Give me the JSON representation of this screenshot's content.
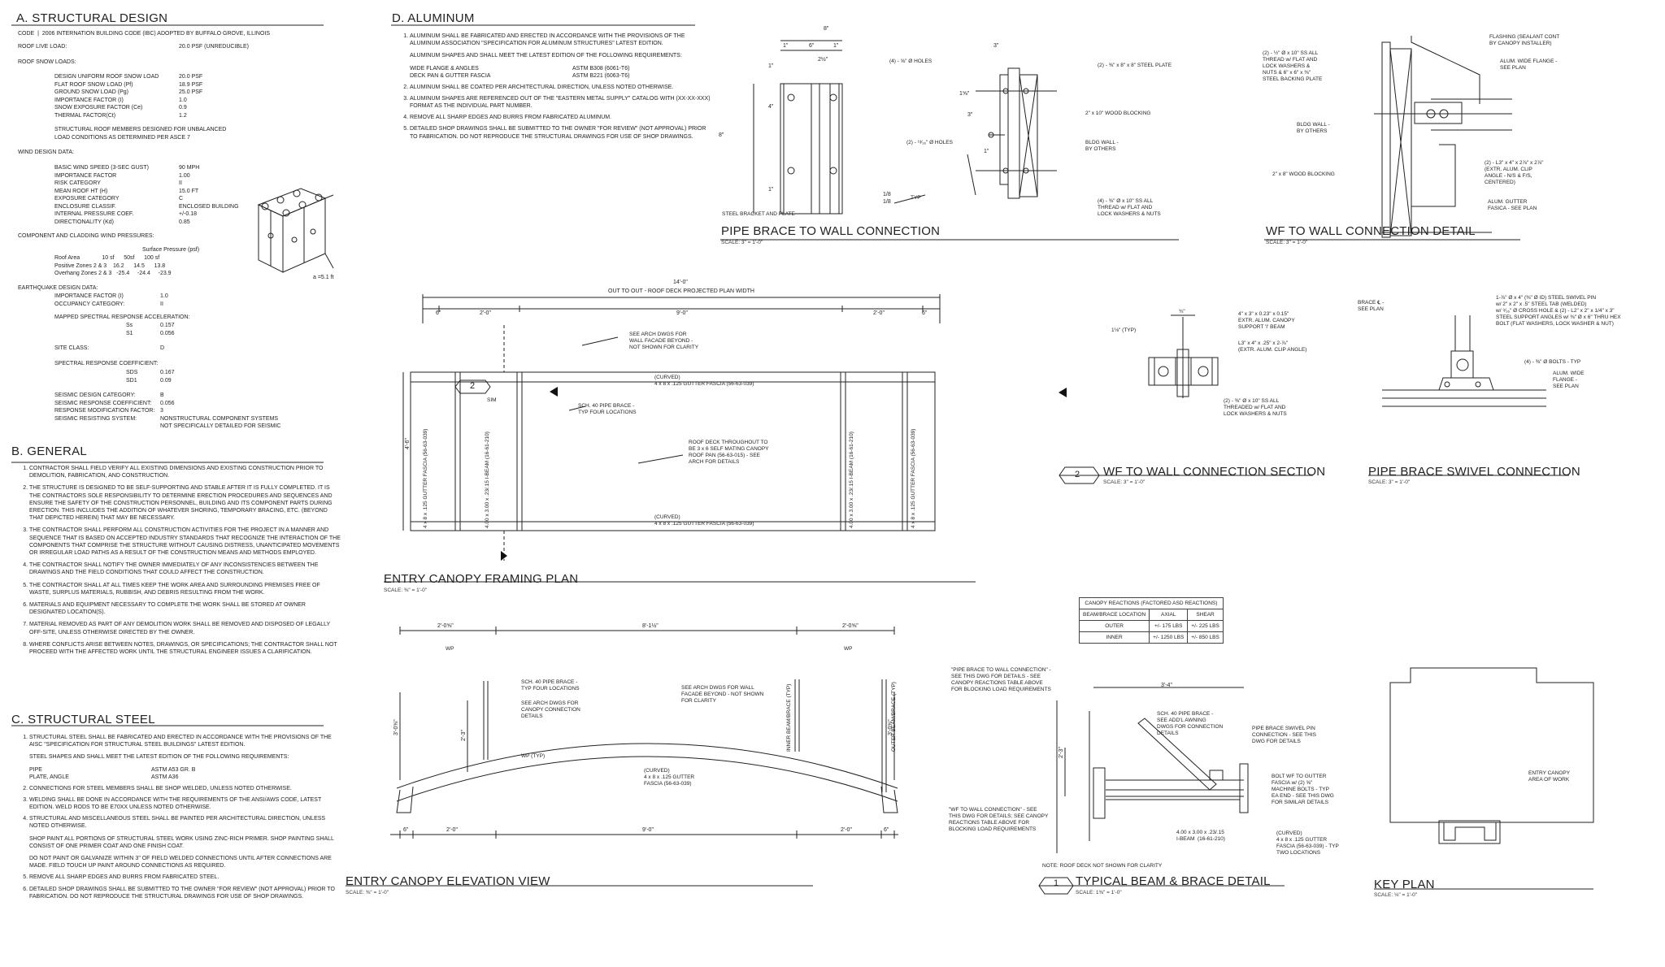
{
  "sections": {
    "a_title": "A. STRUCTURAL DESIGN",
    "a_code": "CODE  |  2006 INTERNATION BUILDING CODE (IBC) ADOPTED BY BUFFALO GROVE, ILLINOIS",
    "a_roof_live": "ROOF LIVE LOAD:",
    "a_roof_live_val": "20.0 PSF (UNREDUCIBLE)",
    "a_roof_snow": "ROOF SNOW LOADS:",
    "a_snow_labels": "DESIGN UNIFORM ROOF SNOW LOAD\nFLAT ROOF SNOW LOAD (Pf)\nGROUND SNOW LOAD (Pg)\nIMPORTANCE FACTOR (I)\nSNOW EXPOSURE FACTOR (Ce)\nTHERMAL FACTOR(Ct)",
    "a_snow_vals": "20.0 PSF\n18.9 PSF\n25.0 PSF\n1.0\n0.9\n1.2",
    "a_struct_roof": "STRUCTURAL ROOF MEMBERS DESIGNED FOR UNBALANCED\nLOAD CONDITIONS AS DETERMINED PER ASCE 7",
    "a_wind": "WIND DESIGN DATA:",
    "a_wind_labels": "BASIC WIND SPEED (3-SEC GUST)\nIMPORTANCE FACTOR\nRISK CATEGORY\nMEAN ROOF HT (H)\nEXPOSURE CATEGORY\nENCLOSURE CLASSIF.\nINTERNAL PRESSURE COEF.\nDIRECTIONALITY (Kd)",
    "a_wind_vals": "90 MPH\n1.00\nII\n15.0 FT\nC\nENCLOSED BUILDING\n+/-0.18\n0.85",
    "a_cc": "COMPONENT AND CLADDING WIND PRESSURES:",
    "a_surface": "Surface Pressure (psf)",
    "a_cc_rows": "Roof Area              10 sf      50sf      100 sf\nPositive Zones 2 & 3    16.2      14.5      13.8\nOverhang Zones 2 & 3   -25.4     -24.4     -23.9",
    "a_eq": "EARTHQUAKE DESIGN DATA:",
    "a_eq_labels": "IMPORTANCE FACTOR (I)\nOCCUPANCY CATEGORY:",
    "a_eq_vals": "1.0\nII",
    "a_mapped": "MAPPED SPECTRAL RESPONSE ACCELERATION:",
    "a_mapped_labels": "Ss\nS1",
    "a_mapped_vals": "0.157\n0.056",
    "a_site": "SITE CLASS:",
    "a_site_val": "D",
    "a_spec": "SPECTRAL RESPONSE COEFFICIENT:",
    "a_spec_labels": "SDS\nSD1",
    "a_spec_vals": "0.167\n0.09",
    "a_seis_labels": "SEISMIC DESIGN CATEGORY:\nSEISMIC RESPONSE COEFFICIENT:\nRESPONSE MODIFICATION FACTOR:\nSEISMIC RESISTING SYSTEM:",
    "a_seis_vals": "B\n0.056\n3\nNONSTRUCTURAL COMPONENT SYSTEMS\nNOT SPECIFICALLY DETAILED FOR SEISMIC",
    "a_iso_label": "a =5.1 ft",
    "b_title": "B. GENERAL",
    "b_items": [
      "CONTRACTOR SHALL FIELD VERIFY ALL EXISTING DIMENSIONS AND EXISTING CONSTRUCTION PRIOR TO DEMOLITION, FABRICATION, AND CONSTRUCTION.",
      "THE STRUCTURE IS DESIGNED TO BE SELF-SUPPORTING AND STABLE AFTER IT IS FULLY COMPLETED. IT IS THE CONTRACTORS SOLE RESPONSIBILITY TO DETERMINE ERECTION PROCEDURES AND SEQUENCES AND ENSURE THE SAFETY OF THE CONSTRUCTION PERSONNEL, BUILDING AND ITS COMPONENT PARTS DURING ERECTION. THIS INCLUDES THE ADDITION OF WHATEVER SHORING, TEMPORARY BRACING, ETC. (BEYOND THAT DEPICTED HEREIN) THAT MAY BE NECESSARY.",
      "THE CONTRACTOR SHALL PERFORM ALL CONSTRUCTION ACTIVITIES FOR THE PROJECT IN A MANNER AND SEQUENCE THAT IS BASED ON ACCEPTED INDUSTRY STANDARDS THAT RECOGNIZE THE INTERACTION OF THE COMPONENTS THAT COMPRISE THE STRUCTURE WITHOUT CAUSING DISTRESS, UNANTICIPATED MOVEMENTS OR IRREGULAR LOAD PATHS AS A RESULT OF THE CONSTRUCTION MEANS AND METHODS EMPLOYED.",
      "THE CONTRACTOR SHALL NOTIFY THE OWNER IMMEDIATELY OF ANY INCONSISTENCIES BETWEEN THE DRAWINGS AND THE FIELD CONDITIONS THAT COULD AFFECT THE CONSTRUCTION.",
      "THE CONTRACTOR SHALL AT ALL TIMES KEEP THE WORK AREA AND SURROUNDING PREMISES FREE OF WASTE, SURPLUS MATERIALS, RUBBISH, AND DEBRIS RESULTING FROM THE WORK.",
      "MATERIALS AND EQUIPMENT NECESSARY TO COMPLETE THE WORK SHALL BE STORED AT OWNER DESIGNATED LOCATION(S).",
      "MATERIAL REMOVED AS PART OF ANY DEMOLITION WORK SHALL BE REMOVED AND DISPOSED OF LEGALLY OFF-SITE, UNLESS OTHERWISE DIRECTED BY THE OWNER.",
      "WHERE CONFLICTS ARISE BETWEEN NOTES, DRAWINGS, OR SPECIFICATIONS; THE CONTRACTOR SHALL NOT PROCEED WITH THE AFFECTED WORK UNTIL THE STRUCTURAL ENGINEER ISSUES A CLARIFICATION."
    ],
    "c_title": "C. STRUCTURAL STEEL",
    "c_1": "STRUCTURAL STEEL SHALL BE FABRICATED AND ERECTED IN ACCORDANCE WITH THE PROVISIONS OF THE AISC \"SPECIFICATION FOR STRUCTURAL STEEL BUILDINGS\" LATEST EDITION.",
    "c_1b": "STEEL SHAPES AND SHALL MEET THE LATEST EDITION OF THE FOLLOWING REQUIREMENTS:",
    "c_1c_labels": "PIPE\nPLATE, ANGLE",
    "c_1c_vals": "ASTM A53 GR. B\nASTM A36",
    "c_2": "CONNECTIONS FOR STEEL MEMBERS SHALL BE SHOP WELDED, UNLESS NOTED OTHERWISE.",
    "c_3": "WELDING SHALL BE DONE IN ACCORDANCE WITH THE REQUIREMENTS OF THE ANSI/AWS CODE, LATEST EDITION. WELD RODS TO BE E70XX UNLESS NOTED OTHERWISE.",
    "c_4": "STRUCTURAL AND MISCELLANEOUS STEEL SHALL BE PAINTED PER ARCHITECTURAL DIRECTION, UNLESS NOTED OTHERWISE.",
    "c_4b": "SHOP PAINT ALL PORTIONS OF STRUCTURAL STEEL WORK USING ZINC-RICH PRIMER. SHOP PAINTING SHALL CONSIST OF ONE PRIMER COAT AND ONE FINISH COAT.",
    "c_4c": "DO NOT PAINT OR GALVANIZE WITHIN 3\" OF FIELD WELDED CONNECTIONS UNTIL AFTER CONNECTIONS ARE MADE. FIELD TOUCH UP PAINT AROUND CONNECTIONS AS REQUIRED.",
    "c_5": "REMOVE ALL SHARP EDGES AND BURRS FROM FABRICATED STEEL.",
    "c_6": "DETAILED SHOP DRAWINGS SHALL BE SUBMITTED TO THE OWNER \"FOR REVIEW\" (NOT APPROVAL) PRIOR TO FABRICATION. DO NOT REPRODUCE THE STRUCTURAL DRAWINGS FOR USE OF SHOP DRAWINGS.",
    "d_title": "D. ALUMINUM",
    "d_1": "ALUMINUM SHALL BE FABRICATED AND ERECTED IN ACCORDANCE WITH THE PROVISIONS OF THE ALUMINUM ASSOCIATION \"SPECIFICATION FOR ALUMINUM STRUCTURES\" LATEST EDITION.",
    "d_1b": "ALUMINUM SHAPES AND SHALL MEET THE LATEST EDITION OF THE FOLLOWING REQUIREMENTS:",
    "d_1c_labels": "WIDE FLANGE & ANGLES\nDECK PAN & GUTTER FASCIA",
    "d_1c_vals": "ASTM B308 (6061-T6)\nASTM B221 (6063-T6)",
    "d_2": "ALUMINUM SHALL BE COATED PER ARCHITECTURAL DIRECTION, UNLESS NOTED OTHERWISE.",
    "d_3": "ALUMINUM SHAPES ARE REFERENCED OUT OF THE \"EASTERN METAL SUPPLY\" CATALOG WITH (XX-XX-XXX) FORMAT AS THE INDIVIDUAL PART NUMBER.",
    "d_4": "REMOVE ALL SHARP EDGES AND BURRS FROM FABRICATED ALUMINUM.",
    "d_5": "DETAILED SHOP DRAWINGS SHALL BE SUBMITTED TO THE OWNER \"FOR REVIEW\" (NOT APPROVAL) PRIOR TO FABRICATION. DO NOT REPRODUCE THE STRUCTURAL DRAWINGS FOR USE OF SHOP DRAWINGS."
  },
  "details": {
    "pipe_brace_title": "PIPE BRACE TO WALL CONNECTION",
    "pipe_brace_scale": "SCALE: 3\" = 1'-0\"",
    "pipe_brace_notes": {
      "holes1": "(4) - ⅝\" Ø HOLES",
      "plate": "(2) - ⅜\" x 8\" x 8\" STEEL PLATE",
      "blocking": "2\" x 10\" WOOD BLOCKING",
      "holes2": "(2) - ¹³⁄₁₆\" Ø HOLES",
      "bldg": "BLDG WALL -\nBY OTHERS",
      "bolts": "(4) - ⅜\" Ø x 10\" SS ALL\nTHREAD w/ FLAT AND\nLOCK WASHERS & NUTS",
      "bracket": "STEEL BRACKET AND PLATE",
      "typ": "TYP",
      "dims": [
        "8\"",
        "1\"",
        "6\"",
        "1\"",
        "3\"",
        "2½\"",
        "1\"",
        "4\"",
        "1\"",
        "8\"",
        "1⅝\"",
        "3\"",
        "1\"",
        "1/8",
        "1/8"
      ]
    },
    "wf_wall_title": "WF TO WALL CONNECTION DETAIL",
    "wf_wall_scale": "SCALE: 3\" = 1'-0\"",
    "wf_wall_notes": {
      "a": "(2) - ½\" Ø x 10\" SS ALL\nTHREAD w/ FLAT AND\nLOCK WASHERS &\nNUTS & 6\" x 6\" x ⅜\"\nSTEEL BACKING PLATE",
      "b": "BLDG WALL -\nBY OTHERS",
      "c": "2\" x 8\" WOOD BLOCKING",
      "d": "FLASHING (SEALANT CONT\nBY CANOPY INSTALLER)",
      "e": "ALUM. WIDE FLANGE -\nSEE PLAN",
      "f": "(2) - L3\" x 4\" x 2⅞\" x 2⅞\"\n(EXTR. ALUM. CLIP\nANGLE - N/S & F/S,\nCENTERED)",
      "g": "ALUM. GUTTER\nFASICA - SEE PLAN"
    },
    "plan_title": "ENTRY CANOPY FRAMING PLAN",
    "plan_scale": "SCALE: ⅜\" = 1'-0\"",
    "plan": {
      "overall": "14'-0\"",
      "overall_sub": "OUT TO OUT - ROOF DECK PROJECTED PLAN WIDTH",
      "d1": "6\"",
      "d2": "2'-0\"",
      "d3": "9'-0\"",
      "d4": "2'-0\"",
      "d5": "6\"",
      "depth": "4'-6\"",
      "arch": "SEE ARCH DWGS FOR\nWALL FACADE BEYOND -\nNOT SHOWN FOR CLARITY",
      "curved_top": "(CURVED)\n4 x 8 x .125 GUTTER FASCIA (56-63-039)",
      "pipe": "SCH. 40 PIPE BRACE -\nTYP FOUR LOCATIONS",
      "deck": "ROOF DECK THROUGHOUT TO\nBE 3 x 6 SELF MATING CANOPY\nROOF PAN (56-63-015) - SEE\nARCH FOR DETAILS",
      "curved_bot": "(CURVED)\n4 x 8 x .125 GUTTER FASCIA (56-63-039)",
      "gutter_v": "4 x 8 x .125 GUTTER FASCIA (56-63-039)",
      "beam_v": "4.00 x 3.00 x .23/.15 I-BEAM (16-61-210)",
      "sim": "SIM",
      "tag": "2"
    },
    "section_title": "WF TO WALL CONNECTION SECTION",
    "section_scale": "SCALE: 3\" = 1'-0\"",
    "section_tag": "2",
    "section_notes": {
      "a": "4\" x 3\" x 0.23\" x 0.15\"\nEXTR. ALUM. CANOPY\nSUPPORT 'I' BEAM",
      "b": "L3\" x 4\" x .25\" x 2-⅞\"\n(EXTR. ALUM. CLIP ANGLE)",
      "c": "(2) - ⅜\" Ø x 10\" SS ALL\nTHREADED w/ FLAT AND\nLOCK WASHERS & NUTS",
      "typ": "1⅛\" (TYP)",
      "dim": "¾\""
    },
    "swivel_title": "PIPE BRACE SWIVEL CONNECTION",
    "swivel_scale": "SCALE: 3\" = 1'-0\"",
    "swivel_notes": {
      "a": "BRACE ℄ -\nSEE PLAN",
      "b": "1-⅞\" Ø x 4\" (⅜\" Ø ID) STEEL SWIVEL PIN\nw/ 2\" x 2\" x .5\" STEEL TAB (WELDED)\nw/ ⁹⁄₁₆\" Ø CROSS HOLE & (2) - L2\" x 2\" x 1/4\" x 3\"\nSTEEL SUPPORT ANGLES w/ ⅜\" Ø x 6\" THRU HEX\nBOLT (FLAT WASHERS, LOCK WASHER & NUT)",
      "c": "(4) - ⅜\" Ø BOLTS - TYP",
      "d": "ALUM. WIDE\nFLANGE -\nSEE PLAN"
    },
    "elev_title": "ENTRY CANOPY ELEVATION VIEW",
    "elev_scale": "SCALE: ⅜\" = 1'-0\"",
    "elev": {
      "d_left": "2'-0⅝\"",
      "d_mid": "8'-1½\"",
      "d_right": "2'-0⅝\"",
      "wp": "WP",
      "wp_typ": "WP (TYP)",
      "pipe": "SCH. 40 PIPE BRACE -\nTYP FOUR LOCATIONS",
      "arch1": "SEE ARCH DWGS FOR\nCANOPY CONNECTION\nDETAILS",
      "arch2": "SEE ARCH DWGS FOR WALL\nFACADE BEYOND - NOT SHOWN\nFOR CLARITY",
      "curved": "(CURVED)\n4 x 8 x .125 GUTTER\nFASCIA (56-63-039)",
      "h1": "3'-0⅝\"",
      "h2": "2'-3\"",
      "h3": "3'-0⅝\"",
      "inner": "INNER BEAM/BRACE (TYP)",
      "outer": "OUTER BEAM/BRACE (TYP)",
      "b1": "6\"",
      "b2": "2'-0\"",
      "b3": "9'-0\"",
      "b4": "2'-0\"",
      "b5": "6\""
    },
    "reactions": {
      "title": "CANOPY REACTIONS (FACTORED ASD REACTIONS)",
      "headers": [
        "BEAM/BRACE LOCATION",
        "AXIAL",
        "SHEAR"
      ],
      "rows": [
        [
          "OUTER",
          "+/- 175 LBS",
          "+/- 225 LBS"
        ],
        [
          "INNER",
          "+/- 1250 LBS",
          "+/- 850 LBS"
        ]
      ]
    },
    "beam_title": "TYPICAL BEAM & BRACE DETAIL",
    "beam_scale": "SCALE: 1⅜\" = 1'-0\"",
    "beam_tag": "1",
    "beam_notes": {
      "a": "\"PIPE BRACE TO WALL CONNECTION\" -\nSEE THIS DWG FOR DETAILS - SEE\nCANOPY REACTIONS TABLE ABOVE\nFOR BLOCKING LOAD REQUIREMENTS",
      "b": "SCH. 40 PIPE BRACE -\nSEE ADD'L AWNING\nDWGS FOR CONNECTION\nDETAILS",
      "c": "PIPE BRACE SWIVEL PIN\nCONNECTION - SEE THIS\nDWG FOR DETAILS",
      "d": "BOLT WF TO GUTTER\nFASCIA w/ (2) ⅝\"\nMACHINE BOLTS - TYP\nEA END - SEE THIS DWG\nFOR SIMILAR DETAILS",
      "e": "\"WF TO WALL CONNECTION\" - SEE\nTHIS DWG FOR DETAILS; SEE CANOPY\nREACTIONS TABLE ABOVE FOR\nBLOCKING LOAD REQUIREMENTS",
      "f": "4.00 x 3.00 x .23/.15\nI-BEAM  (16-61-210)",
      "g": "(CURVED)\n4 x 8 x .125 GUTTER\nFASCIA (56-63-039) - TYP\nTWO LOCATIONS",
      "dim1": "3'-4\"",
      "dim2": "2'-3\"",
      "note": "NOTE: ROOF DECK NOT SHOWN FOR CLARITY"
    },
    "key_title": "KEY PLAN",
    "key_scale": "SCALE: ⅛\" = 1'-0\"",
    "key_note": "ENTRY CANOPY\nAREA OF WORK"
  }
}
